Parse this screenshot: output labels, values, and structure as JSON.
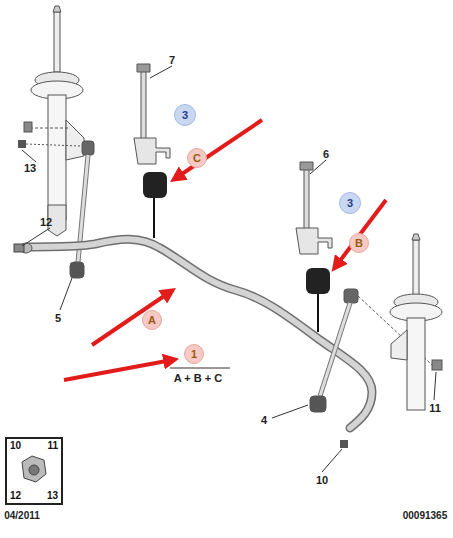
{
  "diagram": {
    "nodes": [
      {
        "text": [
          "3"
        ]
      },
      {
        "text": [
          "C"
        ]
      },
      {
        "text": [
          "3"
        ]
      },
      {
        "text": [
          "B"
        ]
      },
      {
        "text": [
          "A"
        ]
      },
      {
        "text": [
          "1"
        ]
      },
      {
        "text": [
          "10",
          "11",
          "12",
          "13"
        ]
      }
    ],
    "labels": [
      "7",
      "13",
      "6",
      "12",
      "5",
      "4",
      "11",
      "10",
      "A + B + C",
      "04/2011",
      "00091365"
    ]
  }
}
